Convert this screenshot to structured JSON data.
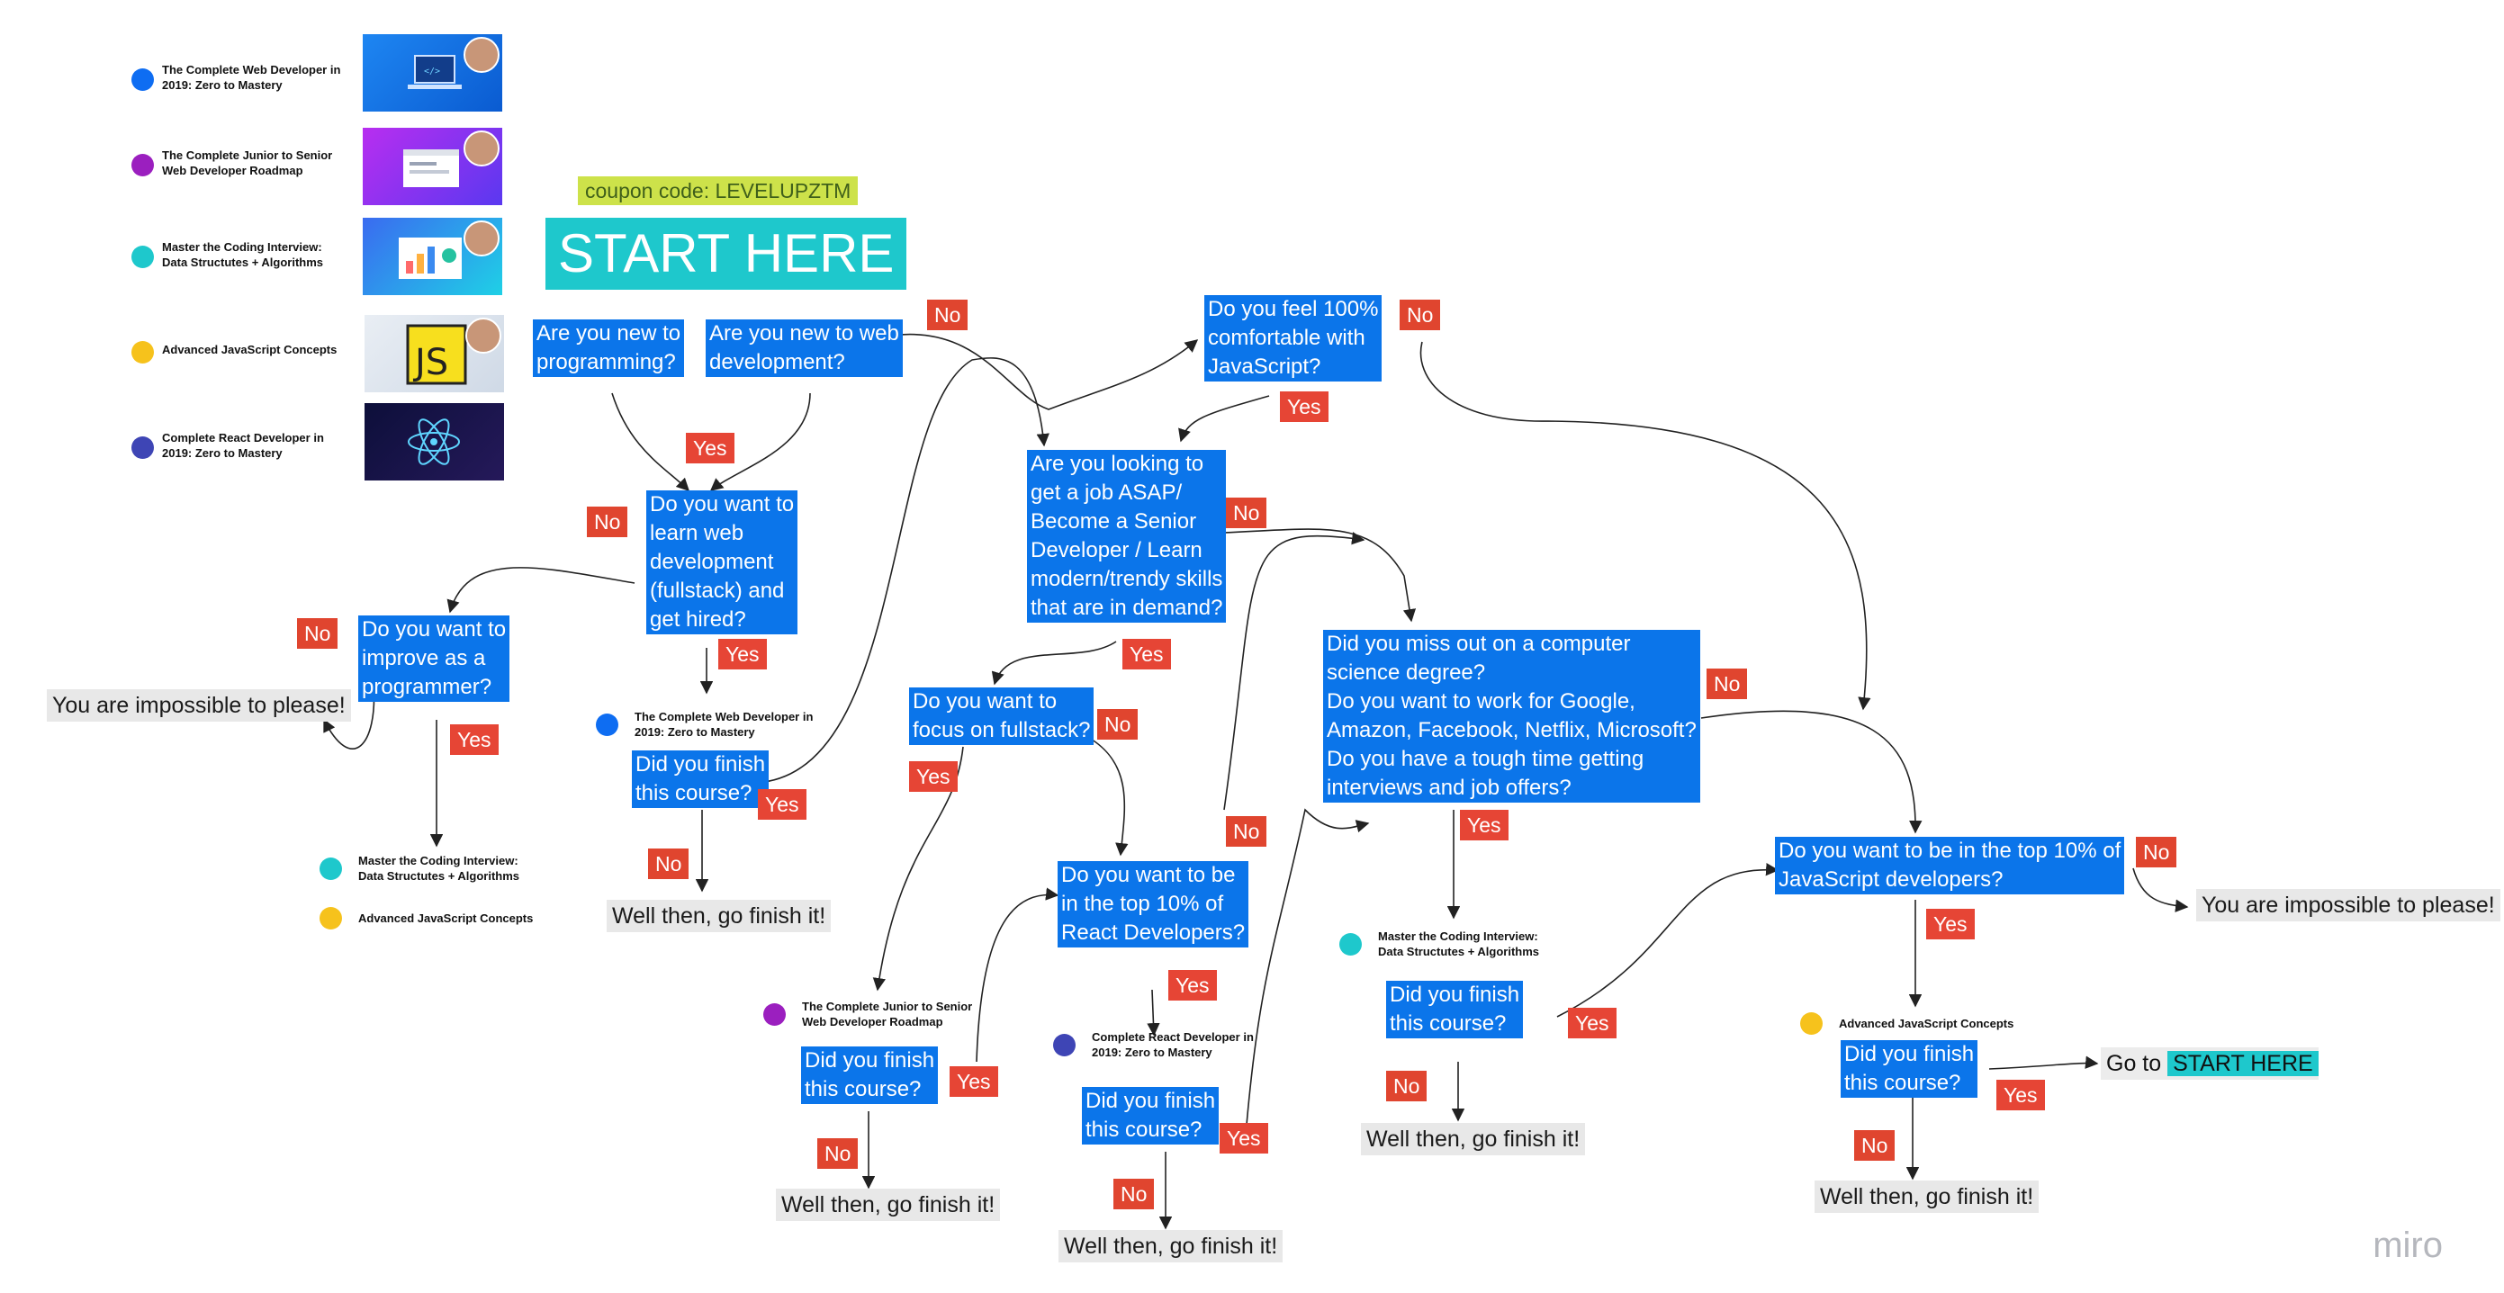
{
  "colors": {
    "question_bg": "#0b75ea",
    "yes_no_bg": "#e64535",
    "start_bg": "#1ec8cc",
    "coupon_bg": "#cde24a",
    "course_web_dev": "#0e6df2",
    "course_junior_senior": "#9b1fbf",
    "course_coding_interview": "#1ec8cc",
    "course_advanced_js": "#f6c21c",
    "course_react": "#3e45b5"
  },
  "legend": [
    {
      "name": "The Complete Web Developer in\n2019: Zero to Mastery",
      "color": "#0e6df2",
      "thumb_icon": "laptop-code-icon"
    },
    {
      "name": "The Complete Junior to Senior\nWeb Developer Roadmap",
      "color": "#9b1fbf",
      "thumb_icon": "browser-window-icon"
    },
    {
      "name": "Master the Coding Interview:\nData Structutes + Algorithms",
      "color": "#1ec8cc",
      "thumb_icon": "charts-dashboard-icon"
    },
    {
      "name": "Advanced JavaScript Concepts",
      "color": "#f6c21c",
      "thumb_icon": "js-logo-icon",
      "thumb_text": "JS"
    },
    {
      "name": "Complete React Developer in\n2019: Zero to Mastery",
      "color": "#3e45b5",
      "thumb_icon": "react-atom-icon"
    }
  ],
  "header": {
    "coupon": "coupon code: LEVELUPZTM",
    "start": "START HERE"
  },
  "questions": {
    "new_to_programming": "Are you new to\nprogramming?",
    "new_to_webdev": "Are you new to web\ndevelopment?",
    "comfortable_js": "Do you feel 100%\ncomfortable with\nJavaScript?",
    "learn_webdev": "Do you want to\nlearn web\ndevelopment\n(fullstack) and\nget hired?",
    "improve_programmer": "Do you want to\nimprove as a\nprogrammer?",
    "job_asap": "Are you looking to\nget a job ASAP/\nBecome a Senior\nDeveloper / Learn\nmodern/trendy skills\nthat are in demand?",
    "focus_fullstack": "Do you want to\nfocus on fullstack?",
    "missed_cs": "Did you miss out on a computer\nscience degree?\nDo you want to work for Google,\nAmazon, Facebook, Netflix, Microsoft?\nDo you have a tough time getting\ninterviews and job offers?",
    "top_react": "Do you want to be\nin the top 10% of\nReact Developers?",
    "top_js": "Do you want to be in the top 10% of\nJavaScript developers?",
    "finish_1": "Did you finish\nthis course?",
    "finish_2": "Did you finish\nthis course?",
    "finish_3": "Did you finish\nthis course?",
    "finish_4": "Did you finish\nthis course?",
    "finish_5": "Did you finish\nthis course?"
  },
  "answers": {
    "yes": "Yes",
    "no": "No"
  },
  "outcomes": {
    "impossible": "You are impossible to please!",
    "go_finish": "Well then, go finish it!",
    "goto_prefix": "Go to ",
    "goto_target": "START HERE"
  },
  "course_nodes": {
    "web_dev": "The Complete Web Developer in\n2019: Zero to Mastery",
    "junior_senior": "The Complete Junior to Senior\nWeb Developer Roadmap",
    "coding_interview": "Master the Coding Interview:\nData Structutes + Algorithms",
    "advanced_js": "Advanced JavaScript Concepts",
    "react": "Complete React Developer in\n2019: Zero to Mastery"
  },
  "watermark": "miro"
}
